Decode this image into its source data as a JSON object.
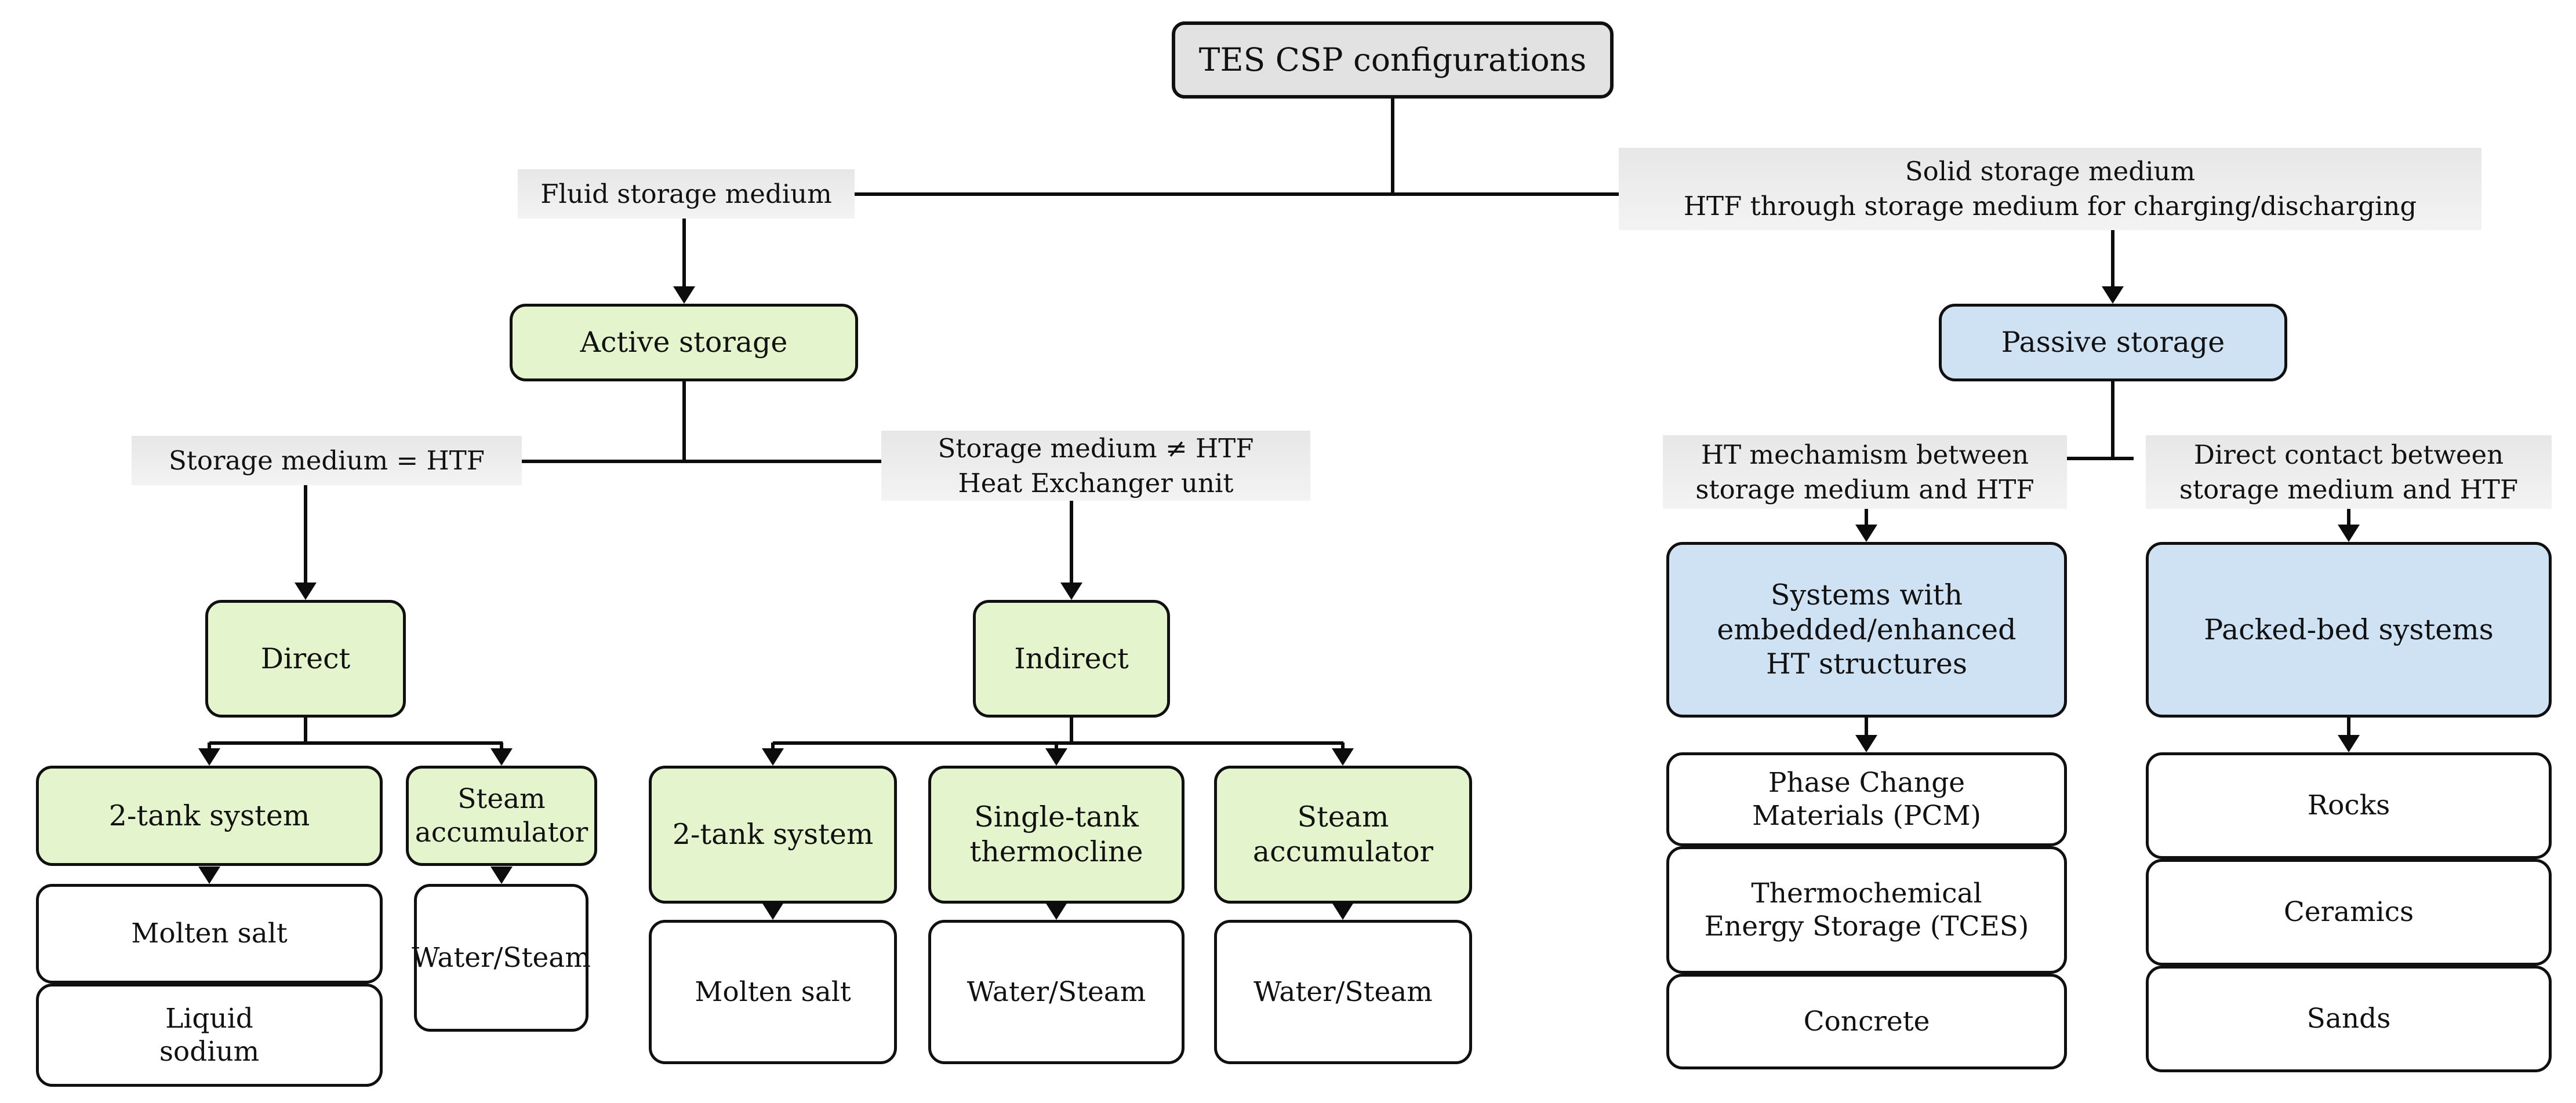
{
  "diagram": {
    "root_label": "TES CSP configurations",
    "labels": {
      "fluid": "Fluid storage medium",
      "solid": "Solid storage medium\nHTF through storage medium for charging/discharging",
      "eq": "Storage medium = HTF",
      "neq": "Storage medium ≠ HTF\nHeat Exchanger unit",
      "ht": "HT mechamism between\nstorage medium and HTF",
      "dc": "Direct contact between\nstorage medium and HTF"
    },
    "nodes": {
      "active": "Active storage",
      "passive": "Passive storage",
      "direct": "Direct",
      "indirect": "Indirect",
      "tank2_left": "2-tank system",
      "steam_acc_left": "Steam\naccumulator",
      "tank2_mid": "2-tank system",
      "single_tank": "Single-tank\nthermocline",
      "steam_acc_mid": "Steam\naccumulator",
      "systems_embedded": "Systems with\nembedded/enhanced\nHT structures",
      "packed_bed": "Packed-bed systems",
      "molten_salt_left": "Molten salt",
      "liquid_sodium": "Liquid\nsodium",
      "water_steam_left": "Water/Steam",
      "molten_salt_mid": "Molten salt",
      "water_steam_mid1": "Water/Steam",
      "water_steam_mid2": "Water/Steam",
      "pcm": "Phase Change\nMaterials (PCM)",
      "tces": "Thermochemical\nEnergy Storage (TCES)",
      "concrete": "Concrete",
      "rocks": "Rocks",
      "ceramics": "Ceramics",
      "sands": "Sands"
    },
    "colors": {
      "root_fill": "#e2e2e2",
      "green_fill": "#e4f4cd",
      "blue_fill": "#cfe2f4",
      "white_fill": "#ffffff",
      "label_bg": "#ececec",
      "line": "#0c0c0c"
    }
  }
}
